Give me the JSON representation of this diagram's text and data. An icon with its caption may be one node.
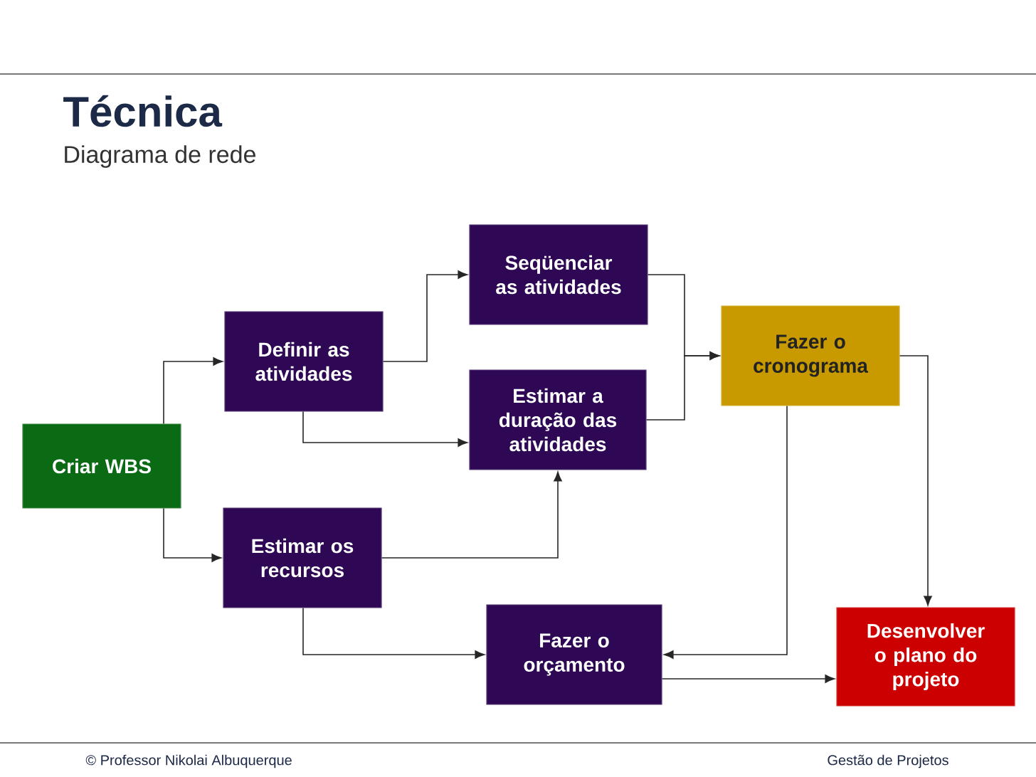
{
  "diagram": {
    "title": "Técnica",
    "nodes": [
      {
        "text": [
          "Criar WBS"
        ]
      },
      {
        "text": [
          "Definir as atividades"
        ]
      },
      {
        "text": [
          "Seqüenciar as atividades"
        ]
      },
      {
        "text": [
          "Estimar a duração das atividades"
        ]
      },
      {
        "text": [
          "Estimar os recursos"
        ]
      },
      {
        "text": [
          "Fazer o cronograma"
        ]
      },
      {
        "text": [
          "Fazer o orçamento"
        ]
      },
      {
        "text": [
          "Desenvolver o plano do projeto"
        ]
      }
    ],
    "edges": [
      {
        "from": 0,
        "to": 1,
        "arrow": "to"
      },
      {
        "from": 1,
        "to": 2,
        "arrow": "to"
      },
      {
        "from": 1,
        "to": 3,
        "arrow": "to"
      },
      {
        "from": 0,
        "to": 4,
        "arrow": "to"
      },
      {
        "from": 4,
        "to": 3,
        "arrow": "to"
      },
      {
        "from": 4,
        "to": 6,
        "arrow": "to"
      },
      {
        "from": 2,
        "to": 5,
        "arrow": "to"
      },
      {
        "from": 3,
        "to": 5,
        "arrow": "to"
      },
      {
        "from": 5,
        "to": 6,
        "arrow": "to"
      },
      {
        "from": 5,
        "to": 7,
        "arrow": "to"
      },
      {
        "from": 6,
        "to": 7,
        "arrow": "to"
      }
    ],
    "labels": [
      "Diagrama de rede",
      "© Professor Nikolai Albuquerque",
      "Gestão de Projetos"
    ]
  }
}
